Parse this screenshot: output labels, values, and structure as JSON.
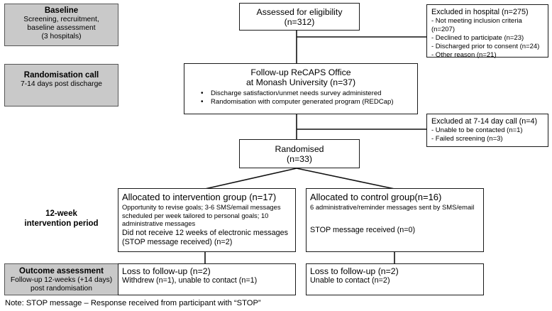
{
  "diagram": {
    "title": "CONSORT participant flow diagram",
    "note": "Note: STOP message – Response received from participant with “STOP”",
    "colors": {
      "stage_fill": "#c9c9c9",
      "box_border": "#1a1a1a",
      "line": "#111111",
      "background": "#ffffff"
    },
    "stages": [
      {
        "id": "baseline",
        "title": "Baseline",
        "lines": [
          "Screening, recruitment,",
          "baseline assessment",
          "(3 hospitals)"
        ]
      },
      {
        "id": "randomisation-call",
        "title": "Randomisation call",
        "lines": [
          "7-14 days post discharge"
        ]
      },
      {
        "id": "intervention-period",
        "title": "12-week",
        "lines": [
          "intervention period"
        ]
      },
      {
        "id": "outcome-assessment",
        "title": "Outcome assessment",
        "lines": [
          "Follow-up 12-weeks (+14 days)",
          "post randomisation"
        ]
      }
    ],
    "nodes": {
      "assessed": {
        "line1": "Assessed for eligibility",
        "line2": "(n=312)"
      },
      "excluded_hospital": {
        "heading": "Excluded in hospital (n=275)",
        "items": [
          "- Not meeting inclusion criteria (n=207)",
          "- Declined to participate (n=23)",
          "- Discharged prior to consent (n=24)",
          "- Other reason (n=21)"
        ]
      },
      "followup_office": {
        "line1": "Follow-up ReCAPS Office",
        "line2": "at Monash University  (n=37)",
        "bullets": [
          "Discharge satisfaction/unmet needs survey administered",
          "Randomisation with computer generated program (REDCap)"
        ]
      },
      "excluded_call": {
        "heading": "Excluded at 7-14 day call (n=4)",
        "items": [
          "- Unable to be contacted (n=1)",
          "- Failed screening (n=3)"
        ]
      },
      "randomised": {
        "line1": "Randomised",
        "line2": "(n=33)"
      },
      "intervention_group": {
        "heading": "Allocated to intervention group (n=17)",
        "detail": "Opportunity to revise goals; 3-6 SMS/email messages scheduled per week tailored to personal goals; 10 administrative messages",
        "outcome": "Did not receive 12 weeks of electronic messages (STOP message received) (n=2)"
      },
      "control_group": {
        "heading": "Allocated to control group(n=16)",
        "detail": "6 administrative/reminder messages sent by SMS/email",
        "outcome": "STOP message received (n=0)"
      },
      "loss_intervention": {
        "heading": "Loss to follow-up (n=2)",
        "detail": "Withdrew (n=1), unable to contact (n=1)"
      },
      "loss_control": {
        "heading": "Loss to follow-up (n=2)",
        "detail": "Unable to contact (n=2)"
      }
    }
  }
}
